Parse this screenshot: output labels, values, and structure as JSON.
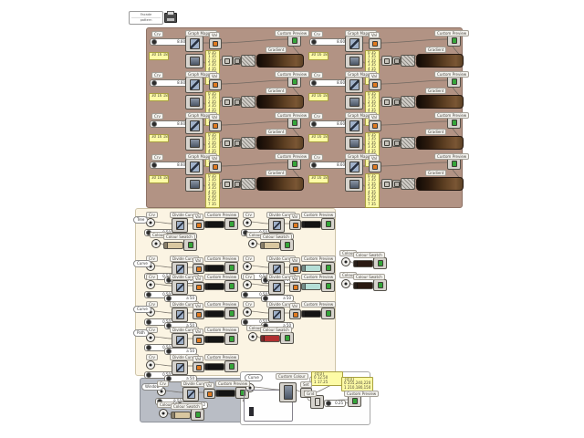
{
  "scribble": {
    "line1": "Facade",
    "line2": "pattern"
  },
  "labels": {
    "crv": "Crv",
    "graph_mapper": "Graph Mapper",
    "value": "Val",
    "divide": "Divide Curve",
    "custom_preview": "Custom Preview",
    "colour_swatch": "Colour Swatch",
    "colour": "Colour",
    "gradient": "Gradient",
    "expression": "x",
    "custom_colour": "Custom Colour",
    "grid": "Grid",
    "set": "Set"
  },
  "pills": {
    "items": [
      "Tree",
      "Curve",
      "Curve",
      "Path",
      "Window",
      "Curve"
    ]
  },
  "brown": {
    "bg": "#b29384",
    "border": "#8d7265",
    "slider_value": "8.60",
    "mini_panel": "30 16 180",
    "panel_lines": [
      "0 35",
      "1 35",
      "2 35",
      "3 35",
      "4 35",
      "5 35",
      "6 35",
      "7 35"
    ]
  },
  "cream": {
    "bg": "#fbf4e3",
    "border": "#cfc5a9",
    "slider_value": "0.50",
    "slider2_value": "a 50"
  },
  "gray_group": {
    "bg": "#b9bdc5",
    "border": "#8f939b",
    "slider_value": "8.50",
    "slider2_value": "a 12"
  },
  "white_group": {
    "bg": "#fefefe",
    "border": "#a8a8a8",
    "slider_value": "0.25",
    "panel1_lines": [
      "{0;0}",
      "0  12.50",
      "1  17.25"
    ],
    "panel2_lines": [
      "{0;0}",
      "0  255,240,220",
      "1  210,180,150"
    ]
  },
  "colors": {
    "black": "#141414",
    "teal": "#b5ded6",
    "red": "#b03030",
    "beige": "#d9c7a0",
    "darkbrown": "#2a1a12",
    "green": "#35a53a",
    "orange": "#e07a20"
  }
}
